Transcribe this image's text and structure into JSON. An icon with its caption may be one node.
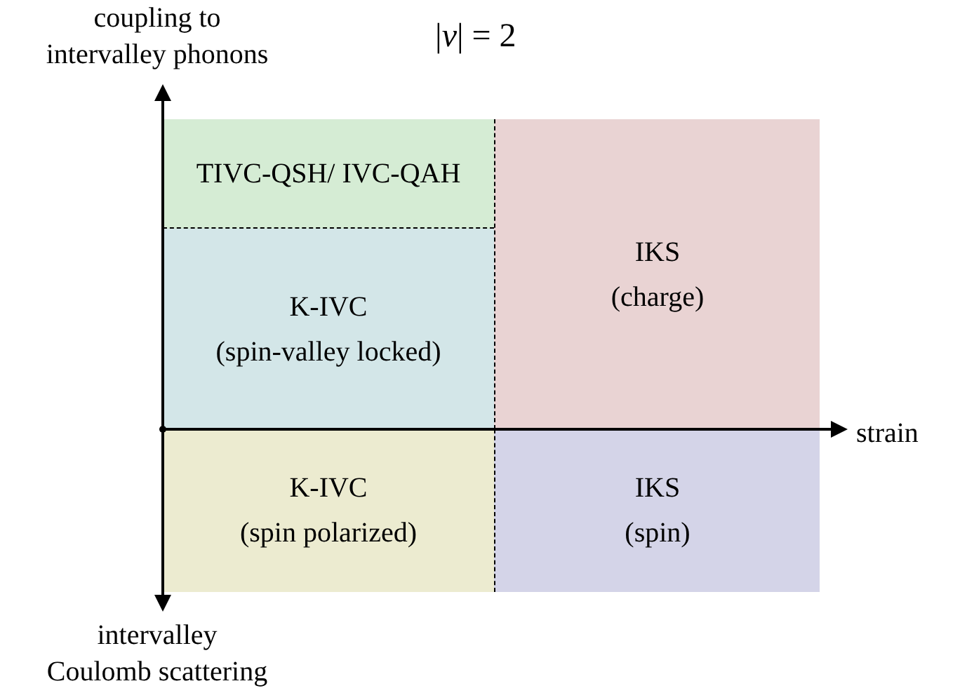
{
  "diagram": {
    "title": "|*ν*| = 2",
    "nodes": [
      {
        "text": [
          "TIVC-QSH/ IVC-QAH"
        ]
      },
      {
        "text": [
          "K-IVC",
          "(spin-valley locked)"
        ]
      },
      {
        "text": [
          "IKS",
          "(charge)"
        ]
      },
      {
        "text": [
          "K-IVC",
          "(spin polarized)"
        ]
      },
      {
        "text": [
          "IKS",
          "(spin)"
        ]
      }
    ],
    "labels": [
      "coupling to intervalley phonons",
      "strain",
      "intervalley Coulomb scattering"
    ]
  }
}
